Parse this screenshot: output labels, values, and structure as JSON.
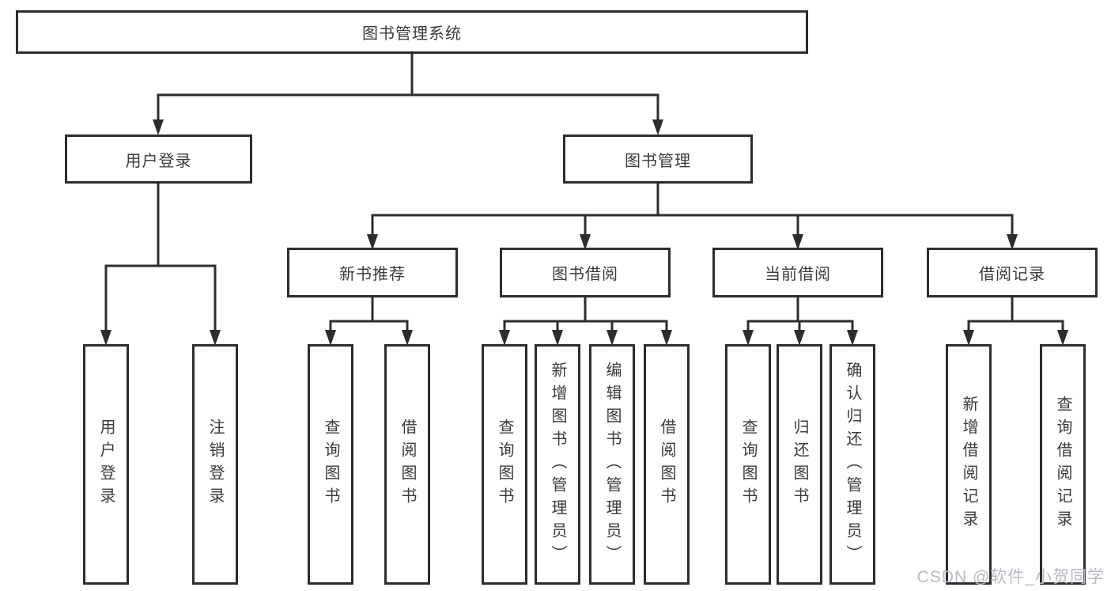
{
  "nodes": {
    "root": "图书管理系统",
    "level2": [
      "用户登录",
      "图书管理"
    ],
    "level3": [
      "新书推荐",
      "图书借阅",
      "当前借阅",
      "借阅记录"
    ],
    "leaves": {
      "login": [
        "用户登录",
        "注销登录"
      ],
      "newbook": [
        "查询图书",
        "借阅图书"
      ],
      "borrow": [
        "查询图书",
        "新增图书（管理员）",
        "编辑图书（管理员）",
        "借阅图书"
      ],
      "current": [
        "查询图书",
        "归还图书",
        "确认归还（管理员）"
      ],
      "records": [
        "新增借阅记录",
        "查询借阅记录"
      ]
    }
  },
  "watermark": "CSDN @软件_小贺同学",
  "colors": {
    "line": "#2d2d2d",
    "text": "#3b3b3b",
    "watermark": "#b7bbc2"
  }
}
